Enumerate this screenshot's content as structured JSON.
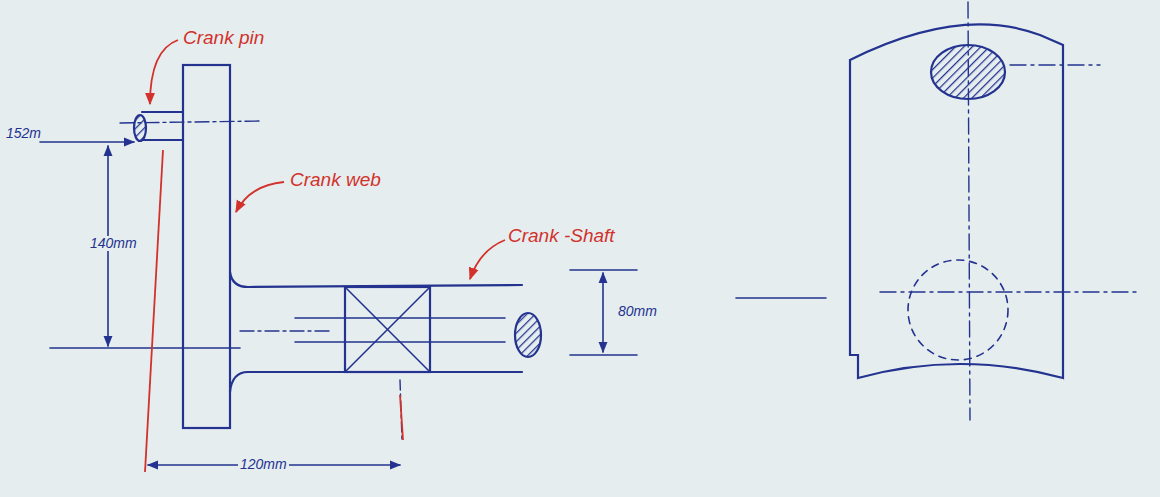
{
  "diagram": {
    "labels": [
      "Crank pin",
      "Crank web",
      "Crank -Shaft",
      "152m",
      "140mm",
      "80mm",
      "120mm"
    ]
  }
}
